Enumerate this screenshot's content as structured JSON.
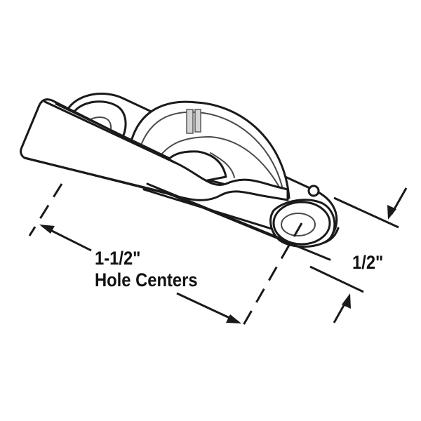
{
  "diagram": {
    "subject": "Window sash lock (crescent lock) line drawing",
    "dimensions": {
      "hole_centers": {
        "value": "1-1/2\"",
        "caption": "Hole Centers"
      },
      "width": {
        "value": "1/2\""
      }
    },
    "colors": {
      "line": "#1a1a1a",
      "background": "#ffffff",
      "shade": "#d4d4d4"
    }
  }
}
